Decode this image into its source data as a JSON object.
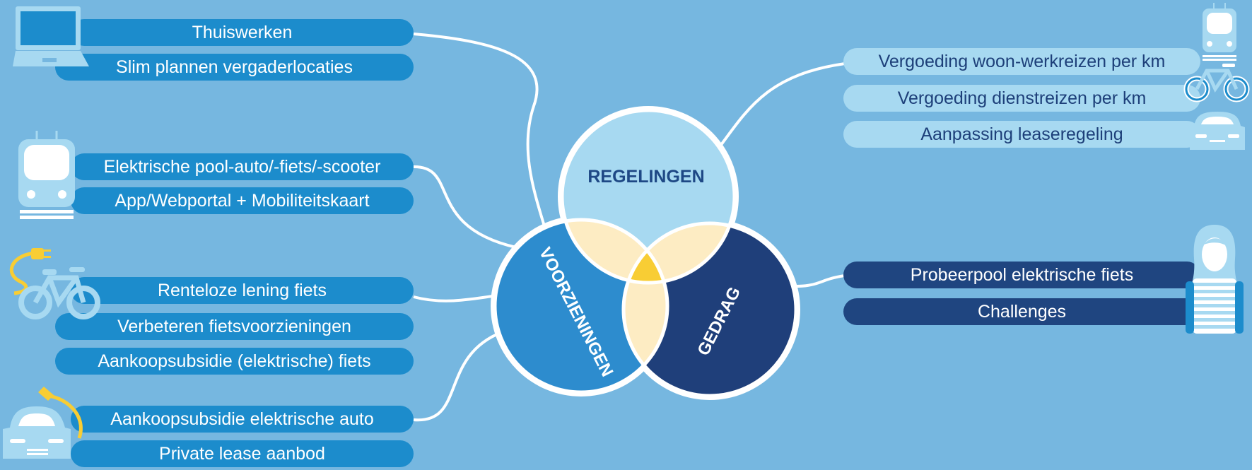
{
  "venn": {
    "circle_top": "REGELINGEN",
    "circle_left": "VOORZIENINGEN",
    "circle_right": "GEDRAG"
  },
  "left_groups": [
    {
      "icon": "laptop-icon",
      "items": [
        "Thuiswerken",
        "Slim plannen vergaderlocaties"
      ]
    },
    {
      "icon": "train-icon",
      "items": [
        "Elektrische pool-auto/-fiets/-scooter",
        "App/Webportal + Mobiliteitskaart"
      ]
    },
    {
      "icon": "electric-bike-icon",
      "items": [
        "Renteloze lening fiets",
        "Verbeteren fietsvoorzieningen",
        "Aankoopsubsidie (elektrische) fiets"
      ]
    },
    {
      "icon": "electric-car-icon",
      "items": [
        "Aankoopsubsidie elektrische auto",
        "Private lease aanbod"
      ]
    }
  ],
  "right_groups": [
    {
      "icons": [
        "train-icon",
        "bicycle-icon",
        "car-icon"
      ],
      "items": [
        "Vergoeding woon-werkreizen per km",
        "Vergoeding dienstreizen per km",
        "Aanpassing leaseregeling"
      ]
    },
    {
      "icon": "person-icon",
      "items": [
        "Probeerpool elektrische fiets",
        "Challenges"
      ]
    }
  ],
  "colors": {
    "background": "#76b7e0",
    "regelingen": "#a7d9f1",
    "voorzieningen": "#2d8cce",
    "gedrag": "#1f3f7a",
    "overlap_pair": "#fdecc3",
    "overlap_center": "#f8cd34",
    "pill_left": "#1c8ccc",
    "pill_right_top": "#a7d9f1",
    "pill_right_bottom": "#1f4580"
  }
}
